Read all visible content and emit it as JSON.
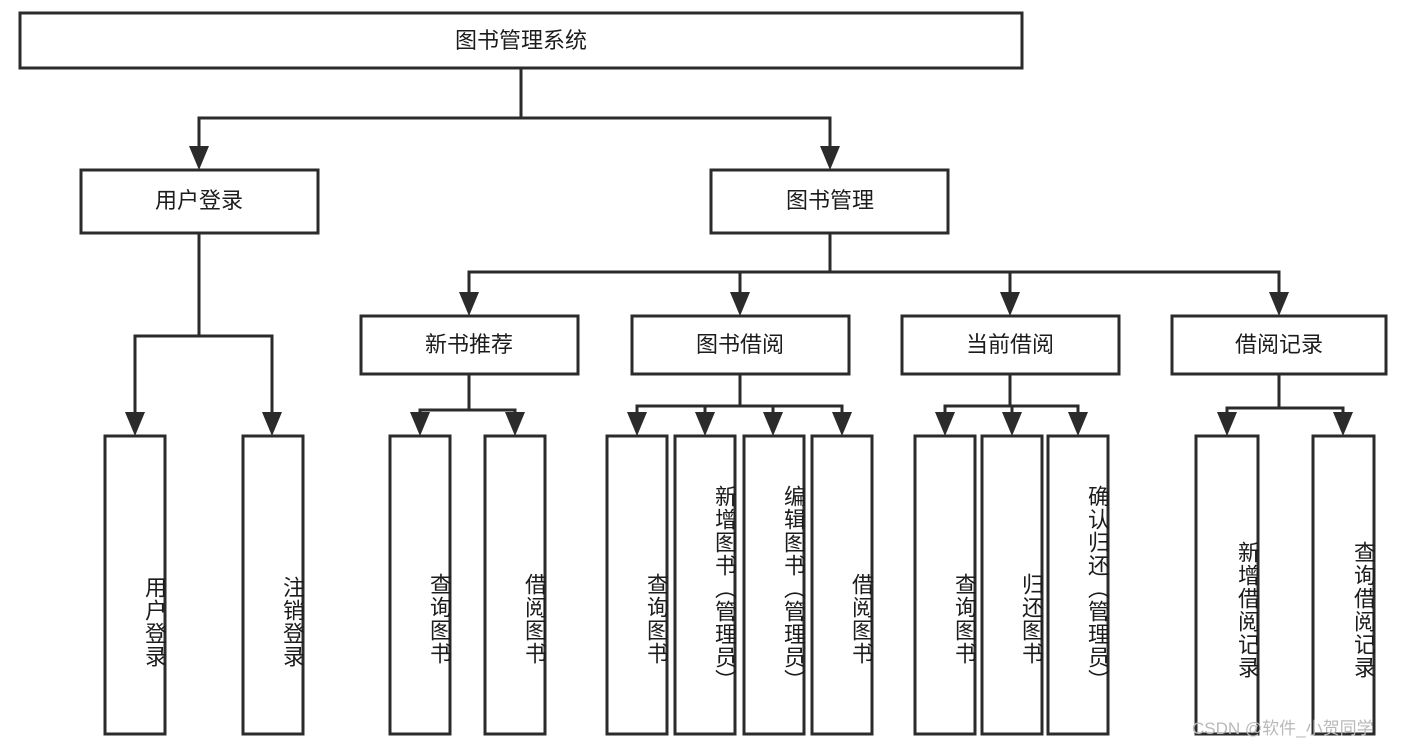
{
  "diagram": {
    "type": "tree-hierarchy",
    "title": "图书管理系统",
    "watermark": "CSDN @软件_小贺同学",
    "colors": {
      "stroke": "#2b2b2b",
      "fill": "#ffffff",
      "text": "#1c1c1c",
      "watermark": "#b9b9b9",
      "background": "#ffffff"
    },
    "levels": {
      "root": "图书管理系统",
      "level1": [
        "用户登录",
        "图书管理"
      ],
      "level2": [
        "新书推荐",
        "图书借阅",
        "当前借阅",
        "借阅记录"
      ]
    },
    "nodes": {
      "root": {
        "label": "图书管理系统",
        "orientation": "horizontal"
      },
      "l1": [
        {
          "label": "用户登录",
          "orientation": "horizontal"
        },
        {
          "label": "图书管理",
          "orientation": "horizontal"
        }
      ],
      "l2": [
        {
          "label": "新书推荐",
          "orientation": "horizontal"
        },
        {
          "label": "图书借阅",
          "orientation": "horizontal"
        },
        {
          "label": "当前借阅",
          "orientation": "horizontal"
        },
        {
          "label": "借阅记录",
          "orientation": "horizontal"
        }
      ],
      "leaves": [
        {
          "label": "用户登录",
          "parent": "用户登录",
          "orientation": "vertical"
        },
        {
          "label": "注销登录",
          "parent": "用户登录",
          "orientation": "vertical"
        },
        {
          "label": "查询图书",
          "parent": "新书推荐",
          "orientation": "vertical"
        },
        {
          "label": "借阅图书",
          "parent": "新书推荐",
          "orientation": "vertical"
        },
        {
          "label": "查询图书",
          "parent": "图书借阅",
          "orientation": "vertical"
        },
        {
          "label": "新增图书（管理员）",
          "parent": "图书借阅",
          "orientation": "vertical"
        },
        {
          "label": "编辑图书（管理员）",
          "parent": "图书借阅",
          "orientation": "vertical"
        },
        {
          "label": "借阅图书",
          "parent": "图书借阅",
          "orientation": "vertical"
        },
        {
          "label": "查询图书",
          "parent": "当前借阅",
          "orientation": "vertical"
        },
        {
          "label": "归还图书",
          "parent": "当前借阅",
          "orientation": "vertical"
        },
        {
          "label": "确认归还（管理员）",
          "parent": "当前借阅",
          "orientation": "vertical"
        },
        {
          "label": "新增借阅记录",
          "parent": "借阅记录",
          "orientation": "vertical"
        },
        {
          "label": "查询借阅记录",
          "parent": "借阅记录",
          "orientation": "vertical"
        }
      ]
    }
  }
}
